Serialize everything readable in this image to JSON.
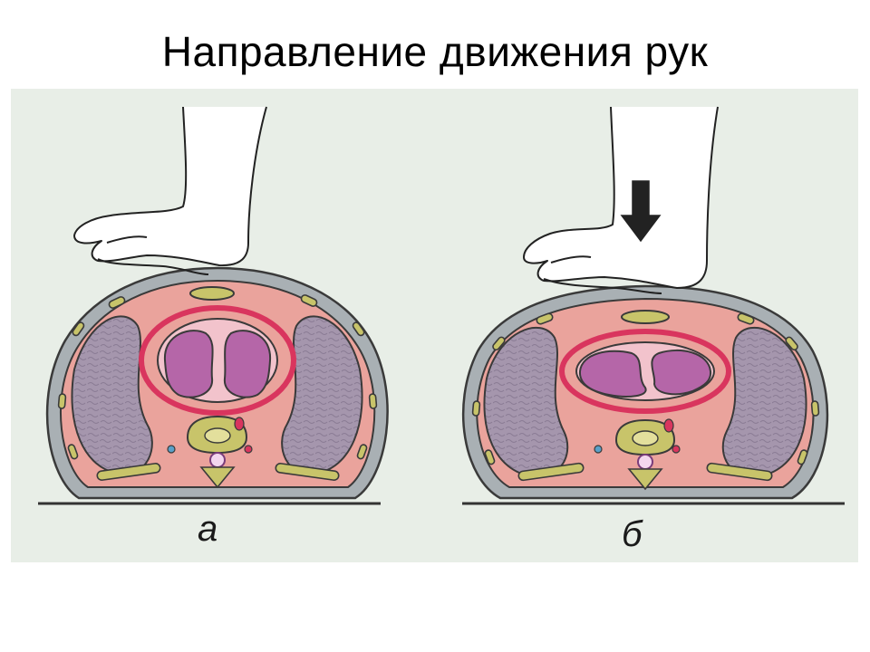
{
  "title": "Направление движения рук",
  "panels": [
    {
      "label": "а"
    },
    {
      "label": "б"
    }
  ],
  "colors": {
    "background": "#e8eee7",
    "skin": "#a9b0b4",
    "tissue": "#eaa39c",
    "lung": "#a596ad",
    "heart_chamber": "#b566a8",
    "pericardium": "#d9355e",
    "bone": "#c8c46a"
  },
  "icons": [
    "hand-icon",
    "compression-arrow-icon"
  ]
}
